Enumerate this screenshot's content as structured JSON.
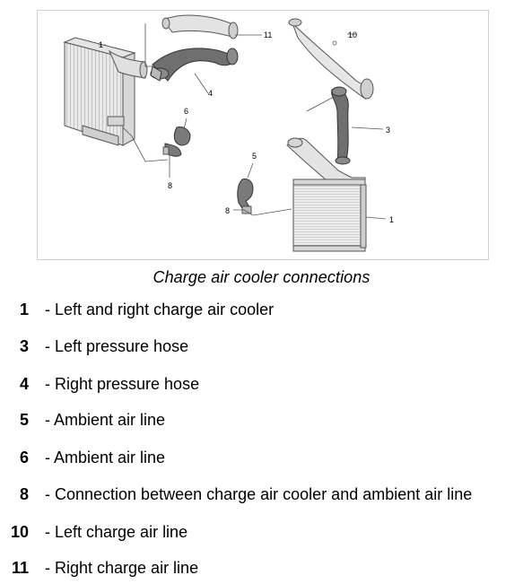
{
  "figure": {
    "callouts": {
      "c1_left": "1",
      "c1_right": "1",
      "c3": "3",
      "c4": "4",
      "c5": "5",
      "c6": "6",
      "c8_left": "8",
      "c8_right": "8",
      "c10": "10",
      "c11": "11"
    }
  },
  "caption": "Charge air cooler connections",
  "legend": [
    {
      "num": "1",
      "text": "- Left and right charge air cooler"
    },
    {
      "num": "3",
      "text": "- Left pressure hose"
    },
    {
      "num": "4",
      "text": "- Right pressure hose"
    },
    {
      "num": "5",
      "text": "- Ambient air line"
    },
    {
      "num": "6",
      "text": "- Ambient air line"
    },
    {
      "num": "8",
      "text": "- Connection between charge air cooler and ambient air line"
    },
    {
      "num": "10",
      "text": "- Left charge air line"
    },
    {
      "num": "11",
      "text": "- Right charge air line"
    }
  ]
}
